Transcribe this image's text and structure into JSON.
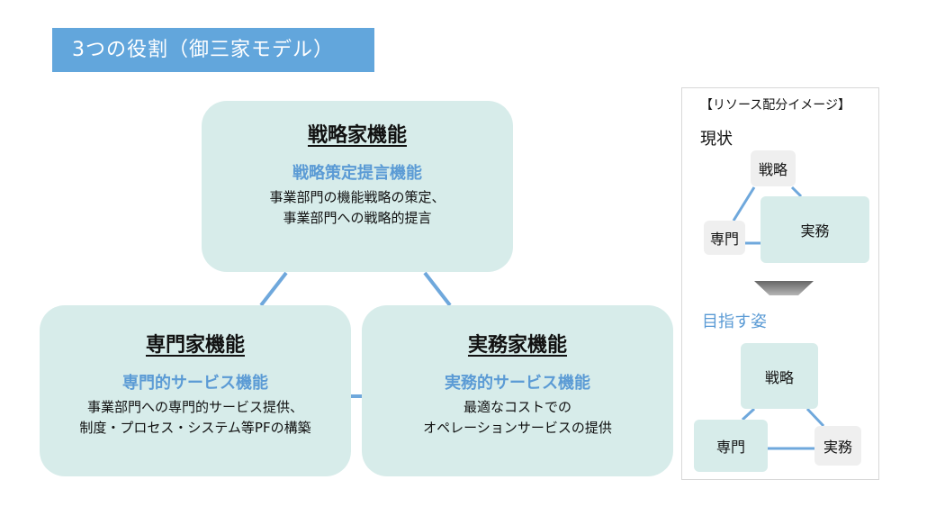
{
  "title": "3つの役割（御三家モデル）",
  "colors": {
    "title_bg": "#62a6dc",
    "box_fill": "#d7ecea",
    "accent_blue": "#5b9bd5",
    "small_node_gray": "#efefef",
    "connector": "#6fa8dc"
  },
  "main": {
    "strategy": {
      "name": "戦略家機能",
      "sub": "戦略策定提言機能",
      "desc1": "事業部門の機能戦略の策定、",
      "desc2": "事業部門への戦略的提言"
    },
    "expert": {
      "name": "専門家機能",
      "sub": "専門的サービス機能",
      "desc1": "事業部門への専門的サービス提供、",
      "desc2": "制度・プロセス・システム等PFの構築"
    },
    "practical": {
      "name": "実務家機能",
      "sub": "実務的サービス機能",
      "desc1": "最適なコストでの",
      "desc2": "オペレーションサービスの提供"
    }
  },
  "side": {
    "title": "【リソース配分イメージ】",
    "current_label": "現状",
    "goal_label": "目指す姿",
    "current": {
      "strategy": "戦略",
      "expert": "専門",
      "practical": "実務"
    },
    "goal": {
      "strategy": "戦略",
      "expert": "専門",
      "practical": "実務"
    }
  }
}
